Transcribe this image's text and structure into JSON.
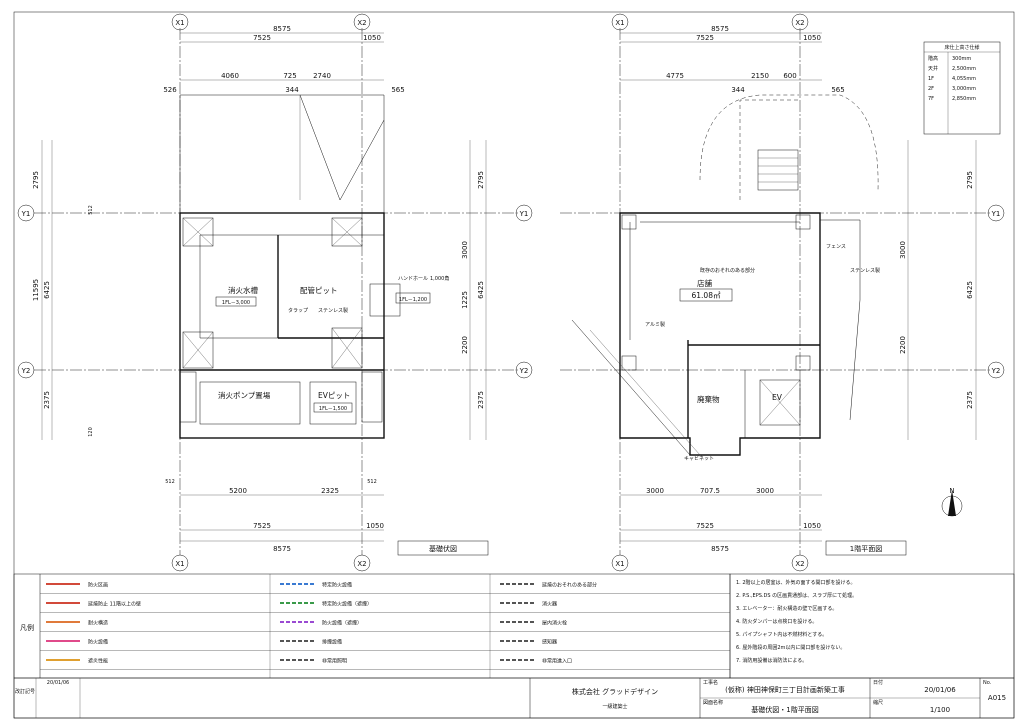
{
  "grid_labels": {
    "x1": "X1",
    "x2": "X2",
    "y1": "Y1",
    "y2": "Y2"
  },
  "left_plan": {
    "title": "基礎伏図",
    "dims_top": [
      "8575",
      "7525",
      "1050",
      "4060",
      "725",
      "2740",
      "344",
      "526",
      "565"
    ],
    "dims_bottom": [
      "5200",
      "2325",
      "7525",
      "1050",
      "8575",
      "512",
      "512"
    ],
    "dims_side": [
      "2795",
      "11595",
      "6425",
      "2375",
      "3000",
      "1225",
      "2200",
      "512",
      "120"
    ],
    "rooms": {
      "fire_tank": "消火水槽",
      "fire_tank_level": "1FL－3,000",
      "pipe_pit": "配管ピット",
      "pump_room": "消火ポンプ置場",
      "ev_pit": "EVピット",
      "ev_level": "1FL－1,500",
      "pit_level": "1FL－1,200"
    },
    "notes": [
      "タラップ",
      "ステンレス製",
      "ハンドホール",
      "1,000角"
    ]
  },
  "right_plan": {
    "title": "1階平面図",
    "dims_top": [
      "8575",
      "7525",
      "1050",
      "4775",
      "2150",
      "600",
      "344",
      "565"
    ],
    "dims_bottom": [
      "3000",
      "707.5",
      "3000",
      "7525",
      "1050",
      "8575"
    ],
    "rooms": {
      "shop": "店舗",
      "shop_area": "61.08㎡",
      "shop_note": "既存のおそれのある部分",
      "trash": "廃棄物",
      "ev": "EV"
    },
    "notes": [
      "フェンス",
      "ステンレス製",
      "アルミ製",
      "キャビネット"
    ]
  },
  "north": "N",
  "spec_table": {
    "header": "床仕上高さ仕様",
    "rows": [
      [
        "階高",
        "300mm"
      ],
      [
        "天井",
        "2,500mm"
      ],
      [
        "1F",
        "4,055mm"
      ],
      [
        "2F",
        "3,000mm"
      ],
      [
        "7F",
        "2,850mm"
      ]
    ]
  },
  "legend": {
    "side_label": "凡例",
    "items": [
      "防火区画",
      "延焼防止 11階以上の壁",
      "耐火構造",
      "防火設備",
      "遮炎性能",
      "特定防火設備",
      "特定防火設備（遮煙）",
      "防火設備（遮煙）",
      "排煙設備",
      "非常用照明",
      "延焼のおそれのある部分",
      "消火器",
      "屋内消火栓",
      "感知器",
      "非常用進入口"
    ]
  },
  "notes_box": [
    "2階以上の居室は、外気の面する開口部を設ける。",
    "P.S.,EPS.DS の区画貫通部は、スラブ厚にて処理。",
    "エレベーター：耐火構造の壁で区画する。",
    "防火ダンパーは点検口を設ける。",
    "パイプシャフト内は不燃材料とする。",
    "屋外階段の周囲2m以内に開口部を設けない。",
    "消防用設備は消防法による。"
  ],
  "title_block": {
    "company": "株式会社 グラッドデザイン",
    "company_sub": "一級建築士",
    "project_label": "工事名",
    "project": "(仮称) 神田神保町三丁目計画新築工事",
    "drawing_label": "図面名称",
    "drawing": "基礎伏図・1階平面図",
    "date_label": "日付",
    "date": "20/01/06",
    "scale_label": "縮尺",
    "scale": "1/100",
    "no_label": "No.",
    "no": "A015",
    "rev_label": "改訂記号",
    "rev_date": "20/01/06"
  }
}
